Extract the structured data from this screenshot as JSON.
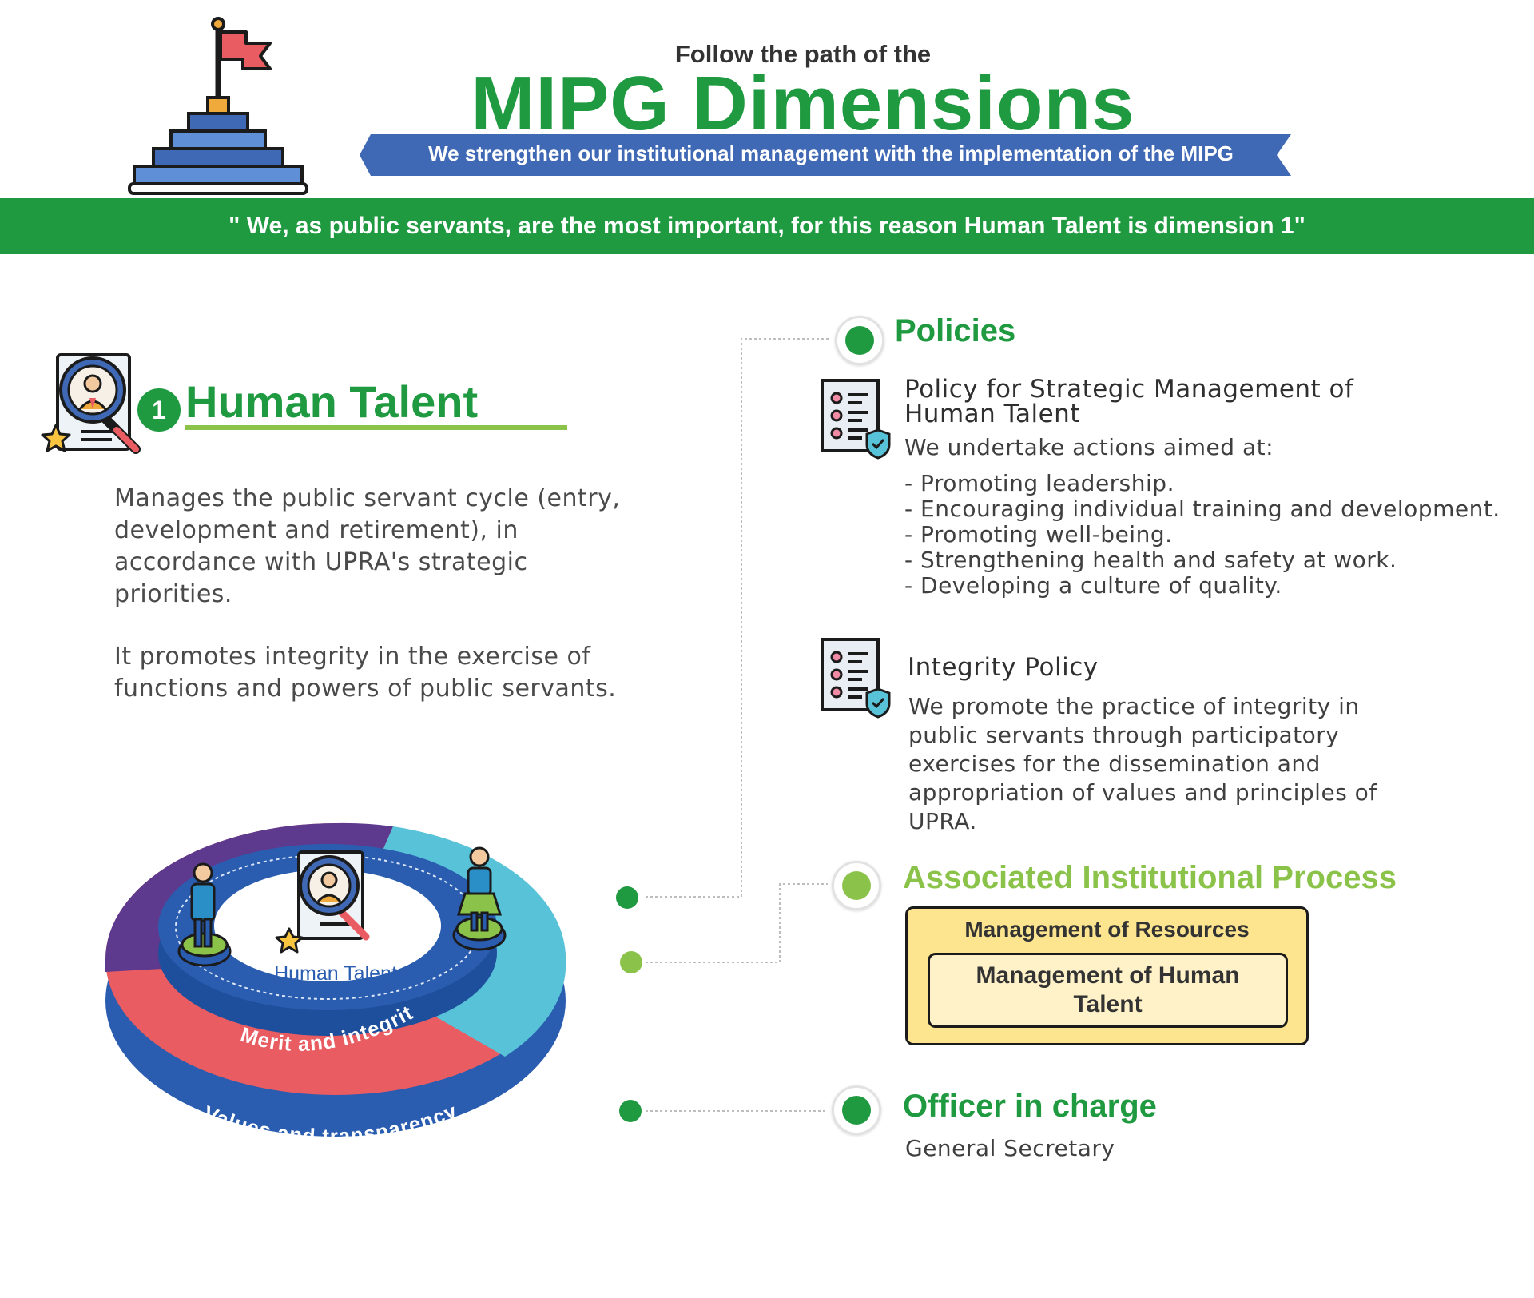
{
  "header": {
    "kicker": "Follow the path of the",
    "title": "MIPG Dimensions",
    "ribbon": "We strengthen our institutional management with the implementation of the MIPG",
    "quote": "\" We, as public servants, are the most important, for this reason Human Talent is dimension 1\""
  },
  "dimension": {
    "number": "1",
    "title": "Human Talent",
    "description_1": "Manages the public servant cycle (entry, development and retirement), in accordance with UPRA's strategic priorities.",
    "description_2": "It promotes integrity in the exercise of functions and powers of public servants."
  },
  "ring": {
    "center_label": "Human Talent",
    "inner_label": "Merit and integrity",
    "outer_label": "Values and transparency",
    "colors": {
      "purple": "#5d3a8e",
      "cyan": "#58c2d8",
      "red": "#e85c62",
      "blue": "#2a5db0"
    }
  },
  "policies": {
    "title": "Policies",
    "policy_1": {
      "title": "Policy for Strategic Management of Human Talent",
      "intro": "We undertake actions aimed at:",
      "items": [
        "- Promoting leadership.",
        "- Encouraging individual training and development.",
        "- Promoting well-being.",
        "- Strengthening health and safety at work.",
        "- Developing a culture of quality."
      ]
    },
    "policy_2": {
      "title": "Integrity Policy",
      "description": "We promote the practice of integrity in public servants through participatory exercises for the dissemination and appropriation of values and principles of UPRA."
    }
  },
  "process": {
    "title": "Associated Institutional Process",
    "parent": "Management of Resources",
    "child": "Management of Human Talent"
  },
  "officer": {
    "title": "Officer in charge",
    "name": "General Secretary"
  },
  "icons": [
    "flag-pyramid-icon",
    "talent-search-icon",
    "policy-document-icon",
    "shield-icon",
    "person-icon"
  ],
  "colors": {
    "green": "#1f9a40",
    "light_green": "#8bc34a",
    "ribbon_blue": "#3f68b5",
    "box_yellow": "#fde58f"
  }
}
